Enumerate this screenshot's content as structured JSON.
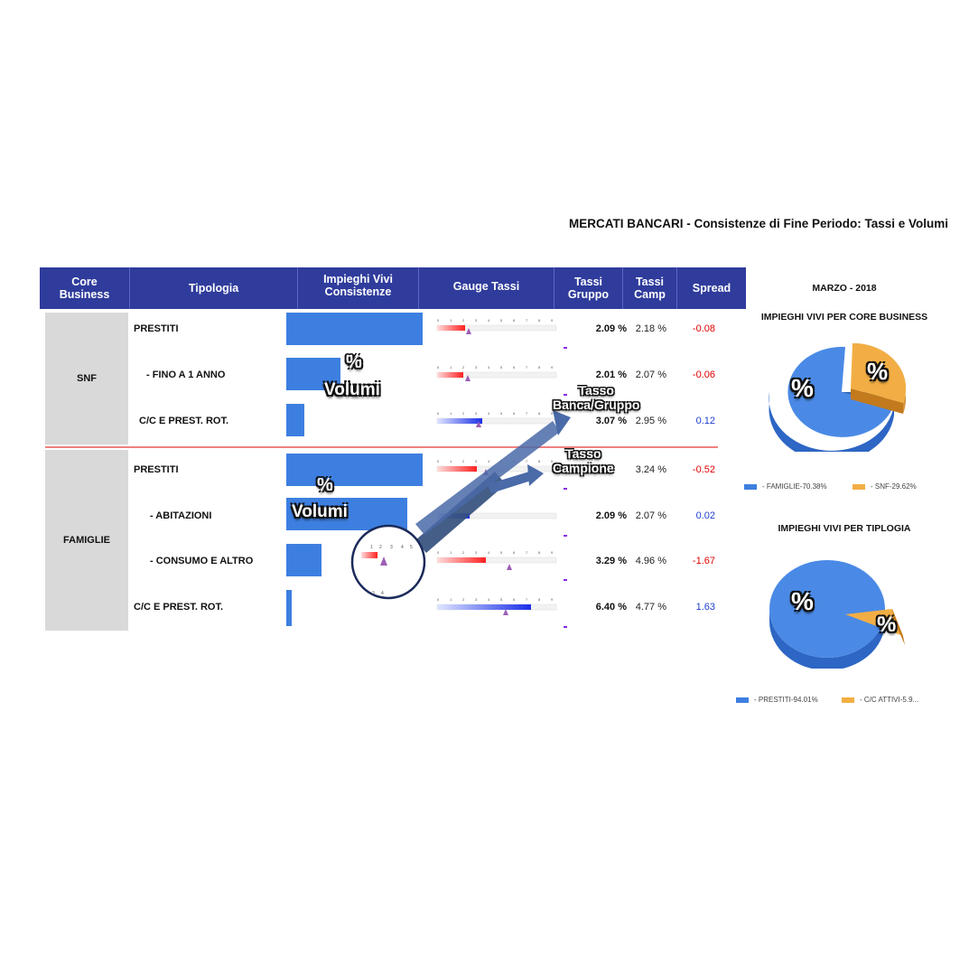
{
  "header": {
    "title": "MERCATI BANCARI - Consistenze di Fine Periodo:  Tassi e Volumi"
  },
  "table": {
    "columns": {
      "core_business": [
        "Core",
        "Business"
      ],
      "tipologia": "Tipologia",
      "impieghi": [
        "Impieghi Vivi",
        "Consistenze"
      ],
      "gauge": "Gauge Tassi",
      "tassi_gruppo": [
        "Tassi",
        "Gruppo"
      ],
      "tassi_camp": [
        "Tassi",
        "Camp"
      ],
      "spread": "Spread"
    },
    "groups": [
      "SNF",
      "FAMIGLIE"
    ],
    "rows": [
      {
        "tipologia": "PRESTITI",
        "volume": 1.0,
        "gruppo": "2.09 %",
        "camp": "2.18 %",
        "spread": "-0.08"
      },
      {
        "tipologia": "- FINO A 1 ANNO",
        "volume": 0.4,
        "gruppo": "2.01 %",
        "camp": "2.07 %",
        "spread": "-0.06"
      },
      {
        "tipologia": "C/C E PREST. ROT.",
        "volume": 0.13,
        "gruppo": "3.07 %",
        "camp": "2.95 %",
        "spread": "0.12"
      },
      {
        "tipologia": "PRESTITI",
        "volume": 1.0,
        "gruppo": "",
        "camp": "3.24 %",
        "spread": "-0.52"
      },
      {
        "tipologia": "- ABITAZIONI",
        "volume": 0.89,
        "gruppo": "2.09 %",
        "camp": "2.07 %",
        "spread": "0.02"
      },
      {
        "tipologia": "- CONSUMO E ALTRO",
        "volume": 0.26,
        "gruppo": "3.29 %",
        "camp": "4.96 %",
        "spread": "-1.67"
      },
      {
        "tipologia": "C/C E PREST. ROT.",
        "volume": 0.04,
        "gruppo": "6.40 %",
        "camp": "4.77 %",
        "spread": "1.63"
      }
    ],
    "gauge_ticks": [
      "0",
      "1",
      "2",
      "3",
      "4",
      "5",
      "6",
      "7",
      "8",
      "9"
    ]
  },
  "annotations": {
    "pct": "%",
    "volumi": "Volumi",
    "tasso_banca": [
      "Tasso",
      "Banca/Gruppo"
    ],
    "tasso_campione": [
      "Tasso",
      "Campione"
    ]
  },
  "right_panel": {
    "period": "MARZO  - 2018",
    "pie1": {
      "title": "IMPIEGHI VIVI PER CORE BUSINESS",
      "legend": [
        "- FAMIGLIE-70.38%",
        "- SNF-29.62%"
      ]
    },
    "pie2": {
      "title": "IMPIEGHI VIVI PER TIPLOGIA",
      "legend": [
        "- PRESTITI-94.01%",
        "- C/C ATTIVI-5.9..."
      ]
    }
  },
  "colors": {
    "header_bg": "#2f3c9c",
    "bar": "#3d7fe0",
    "pie_blue": "#4a8ae6",
    "pie_orange": "#f2ae44",
    "neg": "#e00000",
    "pos": "#1f3fcf"
  }
}
